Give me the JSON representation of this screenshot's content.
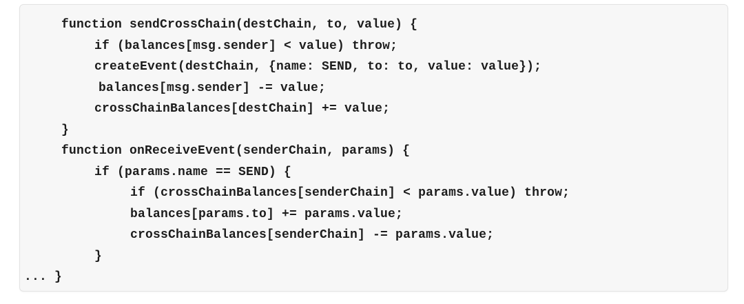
{
  "panel": {
    "background_color": "#f7f7f7",
    "border_color": "#e3e3e3",
    "page_background": "#ffffff",
    "text_color": "#1c1c1c"
  },
  "code": {
    "language_style": "pseudocode",
    "lines": [
      {
        "indent": "ind-0",
        "text": "function sendCrossChain(destChain, to, value) {"
      },
      {
        "indent": "ind-1",
        "text": "if (balances[msg.sender] < value) throw;"
      },
      {
        "indent": "ind-1",
        "text": "createEvent(destChain, {name: SEND, to: to, value: value});"
      },
      {
        "indent": "ind-1-half",
        "text": "balances[msg.sender] -= value;"
      },
      {
        "indent": "ind-1",
        "text": "crossChainBalances[destChain] += value;"
      },
      {
        "indent": "ind-0",
        "text": "}"
      },
      {
        "indent": "ind-0",
        "text": "function onReceiveEvent(senderChain, params) {"
      },
      {
        "indent": "ind-1",
        "text": "if (params.name == SEND) {"
      },
      {
        "indent": "ind-2",
        "text": "if (crossChainBalances[senderChain] < params.value) throw;"
      },
      {
        "indent": "ind-2",
        "text": "balances[params.to] += params.value;"
      },
      {
        "indent": "ind-2",
        "text": "crossChainBalances[senderChain] -= params.value;"
      },
      {
        "indent": "ind-1",
        "text": "}"
      },
      {
        "indent": "ind-outdent",
        "text": "... }"
      }
    ]
  }
}
